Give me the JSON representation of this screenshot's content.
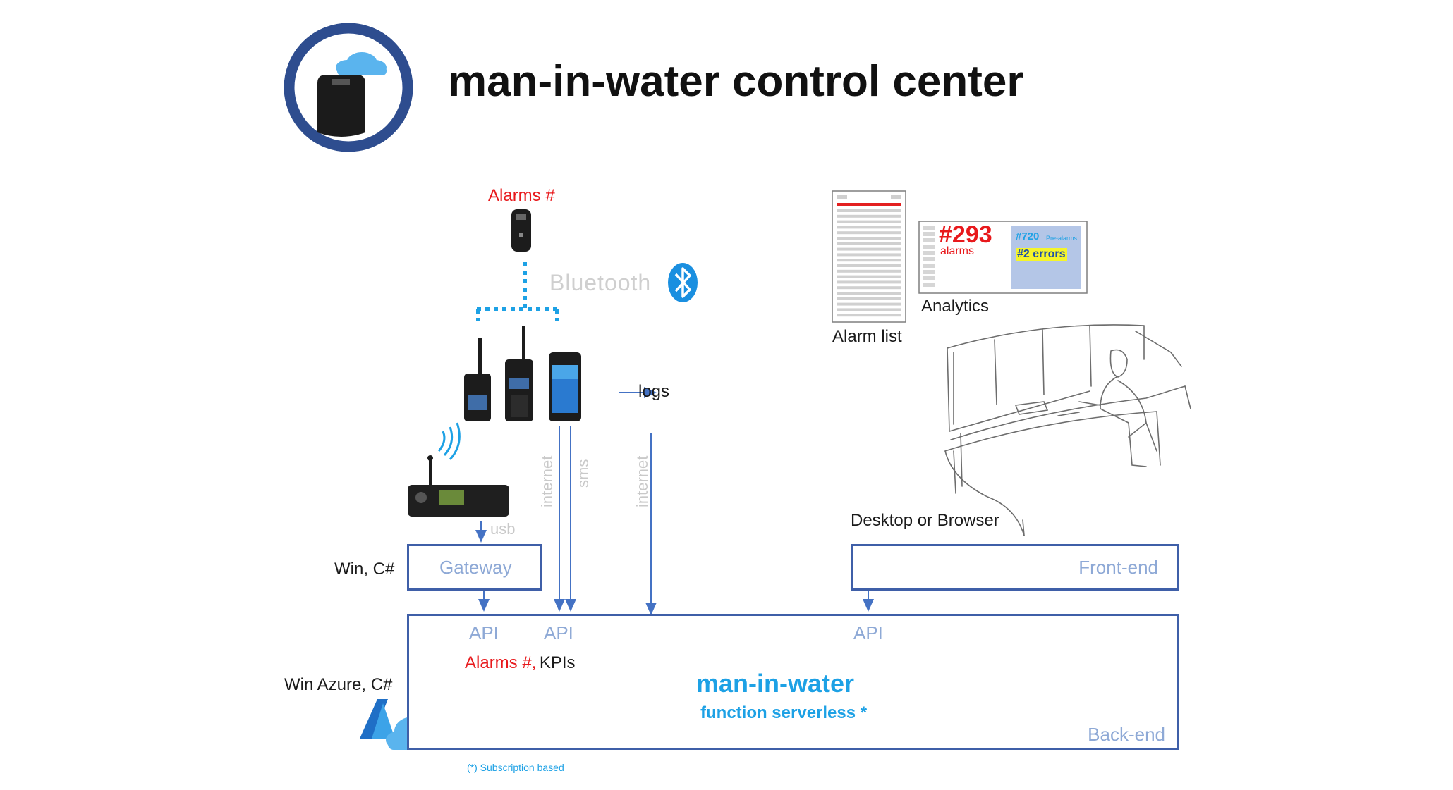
{
  "header": {
    "title": "man-in-water control center"
  },
  "device_section": {
    "alarms_label": "Alarms #",
    "bluetooth_label": "Bluetooth",
    "logs_label": "logs",
    "usb_label": "usb",
    "internet_label_1": "internet",
    "sms_label": "sms",
    "internet_label_2": "internet"
  },
  "gateway": {
    "platform": "Win, C#",
    "label": "Gateway"
  },
  "frontend": {
    "caption": "Desktop or Browser",
    "label": "Front-end"
  },
  "analytics": {
    "alarm_list_label": "Alarm list",
    "analytics_label": "Analytics",
    "alarm_count": "#293",
    "alarm_word": "alarms",
    "prealarm_count": "#720",
    "prealarm_word": "Pre-alarms",
    "errors": "#2 errors"
  },
  "backend": {
    "platform": "Win Azure, C#",
    "api_1": "API",
    "api_2": "API",
    "api_3": "API",
    "alarms_part": "Alarms #,",
    "kpis_part": "KPIs",
    "name": "man-in-water",
    "subtitle": "function serverless *",
    "label": "Back-end"
  },
  "footnote": "(*) Subscription based",
  "colors": {
    "box_border": "#3f5fa8",
    "arrow": "#4472c4",
    "accent_blue": "#1da1e5",
    "alarm_red": "#e8191c",
    "light_label": "#8ea9d6",
    "logo_ring": "#2e4d8f"
  }
}
